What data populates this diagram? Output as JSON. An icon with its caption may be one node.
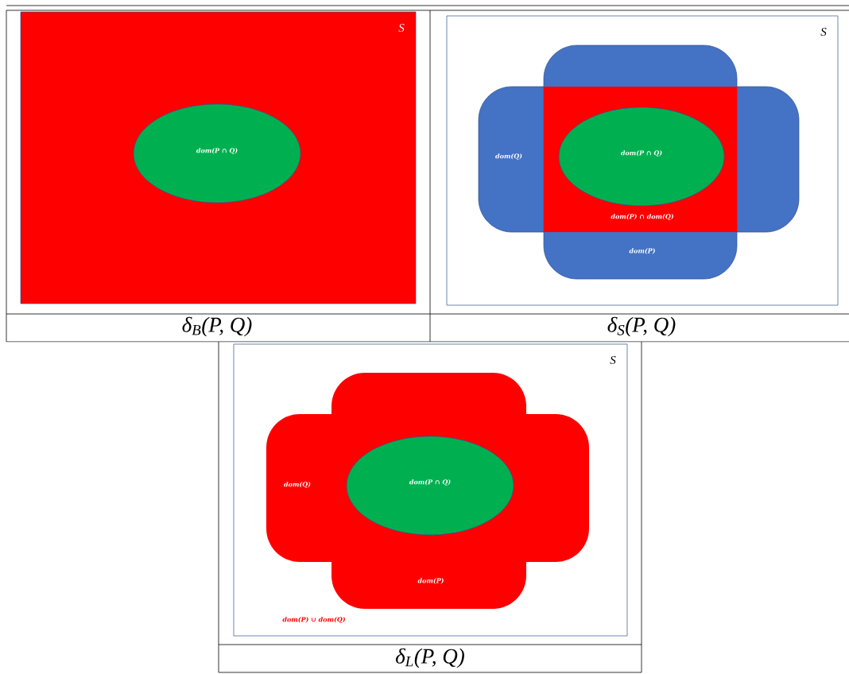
{
  "diagram": {
    "nodes": [
      {
        "text": [
          "S"
        ]
      },
      {
        "text": [
          "dom(P ∩ Q)"
        ],
        "in": 0
      },
      {
        "text": [
          "S"
        ]
      },
      {
        "text": [
          "dom(Q)"
        ],
        "in": 2
      },
      {
        "text": [
          "dom(P)"
        ],
        "in": 2
      },
      {
        "text": [
          "dom(P) ∩ dom(Q)"
        ]
      },
      {
        "text": [
          "dom(P ∩ Q)"
        ],
        "in": 5
      },
      {
        "text": [
          "S"
        ]
      },
      {
        "text": [
          "dom(Q)"
        ],
        "in": 7
      },
      {
        "text": [
          "dom(P)"
        ],
        "in": 7
      },
      {
        "text": [
          "dom(P ∩ Q)"
        ]
      }
    ],
    "labels": [
      "dom(P) ∪ dom(Q)",
      "δ$_{B}$(P, Q)",
      "δ$_{S}$(P, Q)",
      "δ$_{L}$(P, Q)"
    ]
  }
}
